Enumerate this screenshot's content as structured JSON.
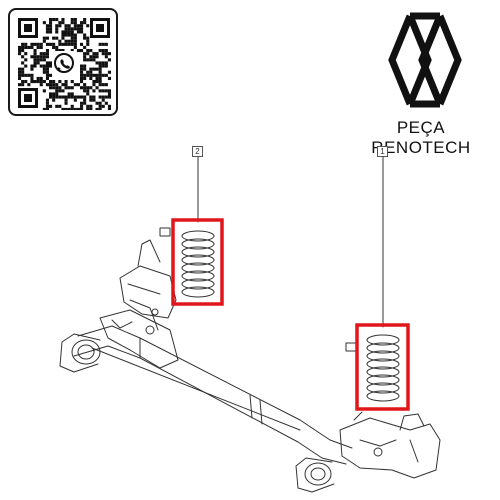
{
  "brand": {
    "name": "PEÇA RENOTECH"
  },
  "qr": {
    "center_icon": "whatsapp-icon"
  },
  "logo": {
    "icon": "renault-diamond-logo",
    "color": "#111111"
  },
  "diagram": {
    "callouts": [
      {
        "id": "2",
        "label": "2"
      },
      {
        "id": "1",
        "label": "1"
      }
    ],
    "highlight_color": "#e0161b",
    "line_color": "#333333"
  }
}
